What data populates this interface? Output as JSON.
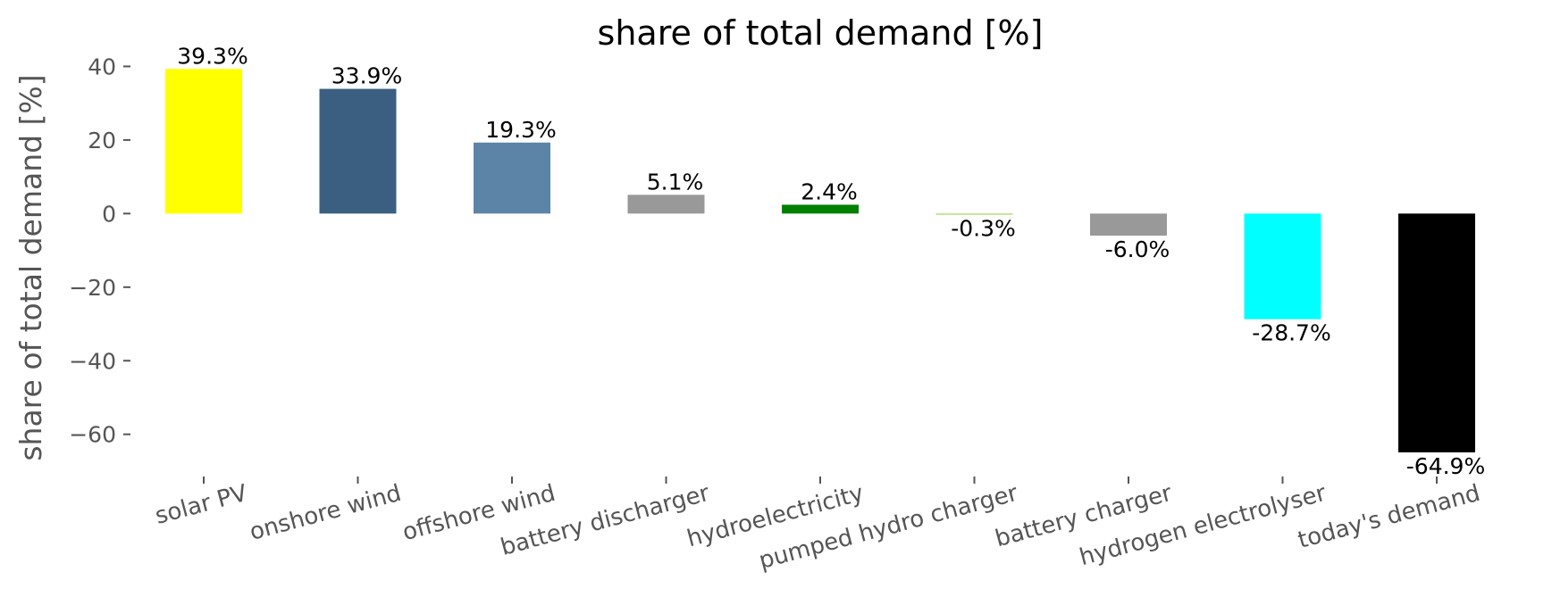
{
  "chart_data": {
    "type": "bar",
    "title": "share of total demand [%]",
    "ylabel": "share of total demand [%]",
    "xlabel": "",
    "categories": [
      "solar PV",
      "onshore wind",
      "offshore wind",
      "battery discharger",
      "hydroelectricity",
      "pumped hydro charger",
      "battery charger",
      "hydrogen electrolyser",
      "today's demand"
    ],
    "values": [
      39.3,
      33.9,
      19.3,
      5.1,
      2.4,
      -0.3,
      -6.0,
      -28.7,
      -64.9
    ],
    "data_labels": [
      "39.3%",
      "33.9%",
      "19.3%",
      "5.1%",
      "2.4%",
      "-0.3%",
      "-6.0%",
      "-28.7%",
      "-64.9%"
    ],
    "colors": [
      "#ffff00",
      "#3b5f80",
      "#5c84a6",
      "#999999",
      "#008000",
      "#a3d65c",
      "#999999",
      "#00ffff",
      "#000000"
    ],
    "yticks": [
      40,
      20,
      0,
      -20,
      -40,
      -60
    ],
    "ytick_labels": [
      "40",
      "20",
      "0",
      "−20",
      "−40",
      "−60"
    ],
    "ylim": [
      -70.5,
      43.5
    ],
    "grid": false,
    "legend": "none"
  }
}
